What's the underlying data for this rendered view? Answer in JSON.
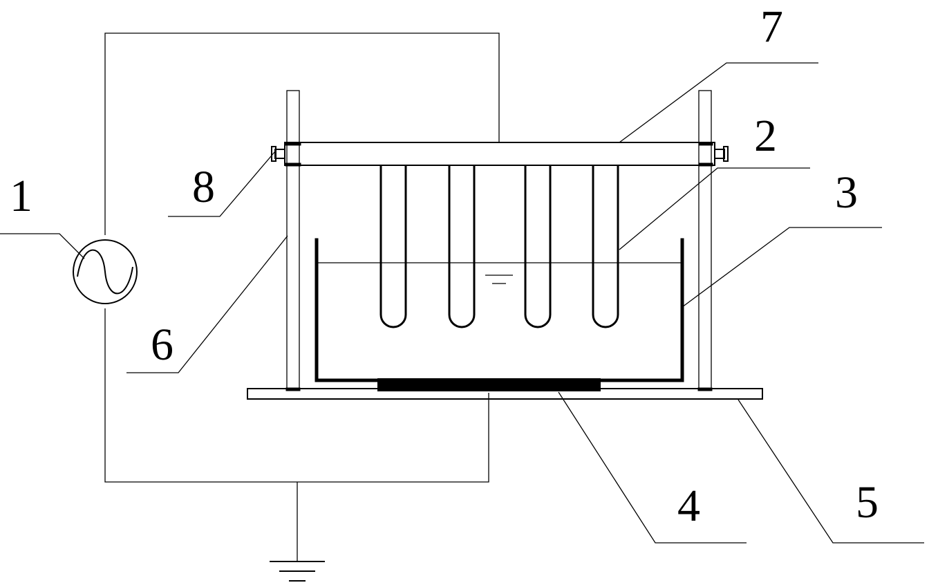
{
  "labels": {
    "power_source": "1",
    "electrode_tubes": "2",
    "container": "3",
    "bottom_electrode": "4",
    "base_plate": "5",
    "support_rod": "6",
    "crossbar": "7",
    "fastening_screw": "8"
  },
  "colors": {
    "line": "#000000",
    "background": "#ffffff"
  },
  "icons": [
    "ac-source-icon",
    "ground-icon",
    "liquid-level-icon"
  ]
}
